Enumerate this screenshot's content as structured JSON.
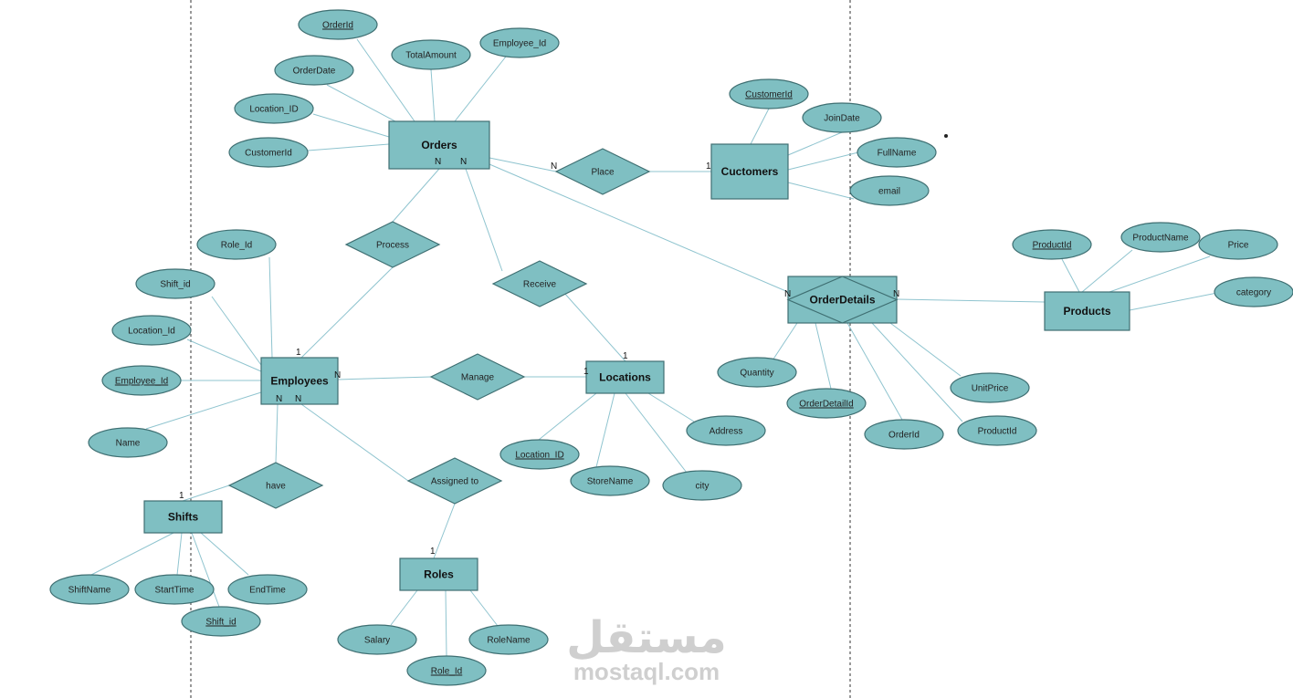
{
  "entities": [
    {
      "id": "orders",
      "label": "Orders"
    },
    {
      "id": "customers",
      "label": "Cuctomers"
    },
    {
      "id": "orderdetails",
      "label": "OrderDetails"
    },
    {
      "id": "products",
      "label": "Products"
    },
    {
      "id": "employees",
      "label": "Employees"
    },
    {
      "id": "locations",
      "label": "Locations"
    },
    {
      "id": "shifts",
      "label": "Shifts"
    },
    {
      "id": "roles",
      "label": "Roles"
    }
  ],
  "relationships": [
    {
      "id": "place",
      "label": "Place"
    },
    {
      "id": "process",
      "label": "Process"
    },
    {
      "id": "receive",
      "label": "Receive"
    },
    {
      "id": "manage",
      "label": "Manage"
    },
    {
      "id": "have",
      "label": "have"
    },
    {
      "id": "assigned",
      "label": "Assigned to"
    }
  ],
  "attributes": [
    {
      "id": "o_orderid",
      "label": "OrderId",
      "key": true
    },
    {
      "id": "o_total",
      "label": "TotalAmount",
      "key": false
    },
    {
      "id": "o_emp",
      "label": "Employee_Id",
      "key": false
    },
    {
      "id": "o_date",
      "label": "OrderDate",
      "key": false
    },
    {
      "id": "o_loc",
      "label": "Location_ID",
      "key": false
    },
    {
      "id": "o_cust",
      "label": "CustomerId",
      "key": false
    },
    {
      "id": "c_id",
      "label": "CustomerId",
      "key": true
    },
    {
      "id": "c_join",
      "label": "JoinDate",
      "key": false
    },
    {
      "id": "c_name",
      "label": "FullName",
      "key": false
    },
    {
      "id": "c_email",
      "label": "email",
      "key": false
    },
    {
      "id": "p_id",
      "label": "ProductId",
      "key": true
    },
    {
      "id": "p_name",
      "label": "ProductName",
      "key": false
    },
    {
      "id": "p_price",
      "label": "Price",
      "key": false
    },
    {
      "id": "p_cat",
      "label": "category",
      "key": false
    },
    {
      "id": "od_qty",
      "label": "Quantity",
      "key": false
    },
    {
      "id": "od_id",
      "label": "OrderDetailId",
      "key": true
    },
    {
      "id": "od_oid",
      "label": "OrderId",
      "key": false
    },
    {
      "id": "od_pid",
      "label": "ProductId",
      "key": false
    },
    {
      "id": "od_up",
      "label": "UnitPrice",
      "key": false
    },
    {
      "id": "e_role",
      "label": "Role_Id",
      "key": false
    },
    {
      "id": "e_shift",
      "label": "Shift_id",
      "key": false
    },
    {
      "id": "e_loc",
      "label": "Location_Id",
      "key": false
    },
    {
      "id": "e_id",
      "label": "Employee_Id",
      "key": true
    },
    {
      "id": "e_name",
      "label": "Name",
      "key": false
    },
    {
      "id": "l_id",
      "label": "Location_ID",
      "key": true
    },
    {
      "id": "l_store",
      "label": "StoreName",
      "key": false
    },
    {
      "id": "l_city",
      "label": "city",
      "key": false
    },
    {
      "id": "l_addr",
      "label": "Address",
      "key": false
    },
    {
      "id": "s_name",
      "label": "ShiftName",
      "key": false
    },
    {
      "id": "s_start",
      "label": "StartTime",
      "key": false
    },
    {
      "id": "s_id",
      "label": "Shift_id",
      "key": true
    },
    {
      "id": "s_end",
      "label": "EndTime",
      "key": false
    },
    {
      "id": "r_sal",
      "label": "Salary",
      "key": false
    },
    {
      "id": "r_id",
      "label": "Role_Id",
      "key": true
    },
    {
      "id": "r_name",
      "label": "RoleName",
      "key": false
    }
  ],
  "cardinalities": [
    {
      "id": "c1",
      "label": "N"
    },
    {
      "id": "c2",
      "label": "1"
    },
    {
      "id": "c3",
      "label": "N"
    },
    {
      "id": "c4",
      "label": "N"
    },
    {
      "id": "c5",
      "label": "N"
    },
    {
      "id": "c6",
      "label": "N"
    },
    {
      "id": "c7",
      "label": "1"
    },
    {
      "id": "c8",
      "label": "1"
    },
    {
      "id": "c9",
      "label": "N"
    },
    {
      "id": "c10",
      "label": "1"
    },
    {
      "id": "c11",
      "label": "N"
    },
    {
      "id": "c12",
      "label": "N"
    },
    {
      "id": "c13",
      "label": "1"
    },
    {
      "id": "c14",
      "label": "1"
    }
  ],
  "watermark": {
    "arabic": "مستقل",
    "latin": "mostaql.com"
  }
}
